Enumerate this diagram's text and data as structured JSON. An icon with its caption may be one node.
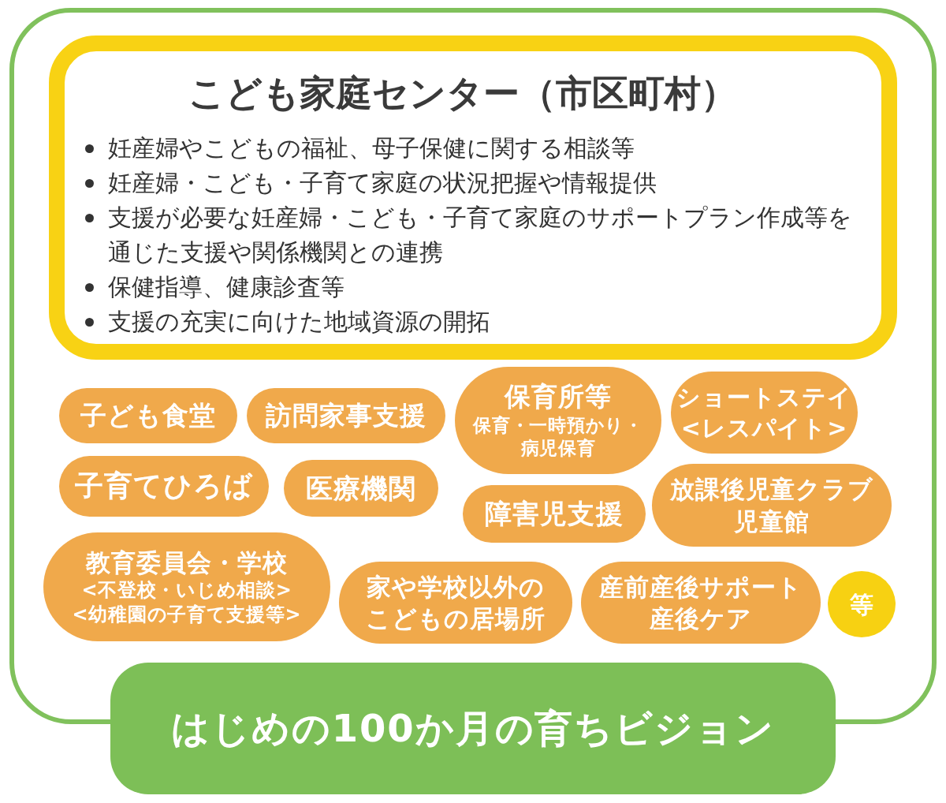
{
  "diagram": {
    "nodes": [
      {
        "text": [],
        "shape": "box"
      },
      {
        "text": [
          "こども家庭センター（市区町村）",
          "妊産婦やこどもの福祉、母子保健に関する相談等",
          "妊産婦・こども・子育て家庭の状況把握や情報提供",
          "支援が必要な妊産婦・こども・子育て家庭のサポートプラン作成等を通じた支援や関係機関との連携",
          "保健指導、健康診査等",
          "支援の充実に向けた地域資源の開拓"
        ],
        "in": 0
      },
      {
        "text": [
          "子ども食堂"
        ],
        "in": 0
      },
      {
        "text": [
          "訪問家事支援"
        ],
        "in": 0
      },
      {
        "text": [
          "保育所等",
          "保育・一時預かり・病児保育"
        ],
        "in": 0
      },
      {
        "text": [
          "ショートステイ",
          "<レスパイト>"
        ],
        "in": 0
      },
      {
        "text": [
          "子育てひろば"
        ],
        "in": 0
      },
      {
        "text": [
          "医療機関"
        ],
        "in": 0
      },
      {
        "text": [
          "障害児支援"
        ],
        "in": 0
      },
      {
        "text": [
          "放課後児童クラブ",
          "児童館"
        ],
        "in": 0
      },
      {
        "text": [
          "教育委員会・学校",
          "<不登校・いじめ相談>",
          "<幼稚園の子育て支援等>"
        ],
        "in": 0
      },
      {
        "text": [
          "家や学校以外のこどもの居場所"
        ],
        "in": 0
      },
      {
        "text": [
          "産前産後サポート",
          "産後ケア"
        ],
        "in": 0
      },
      {
        "text": [
          "等"
        ],
        "in": 0
      },
      {
        "text": [
          "はじめの100か月の育ちビジョン"
        ]
      }
    ]
  }
}
